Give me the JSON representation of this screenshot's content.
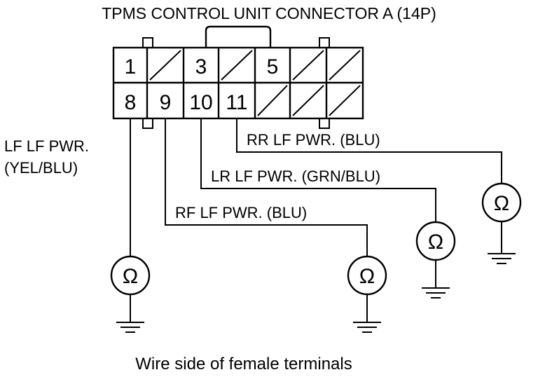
{
  "title": "TPMS CONTROL UNIT CONNECTOR A (14P)",
  "caption": "Wire side of female terminals",
  "connector": {
    "top_row": [
      "1",
      "",
      "3",
      "",
      "5",
      "",
      ""
    ],
    "bottom_row": [
      "8",
      "9",
      "10",
      "11",
      "",
      "",
      ""
    ]
  },
  "wires": [
    {
      "pin": "8",
      "label_line1": "LF LF PWR.",
      "label_line2": "(YEL/BLU)"
    },
    {
      "pin": "9",
      "label_line1": "RF LF PWR. (BLU)"
    },
    {
      "pin": "10",
      "label_line1": "LR LF PWR. (GRN/BLU)"
    },
    {
      "pin": "11",
      "label_line1": "RR LF PWR. (BLU)"
    }
  ],
  "meter_symbol": "Ω",
  "icons": {
    "meter": "ohmmeter-icon",
    "ground": "ground-icon"
  }
}
